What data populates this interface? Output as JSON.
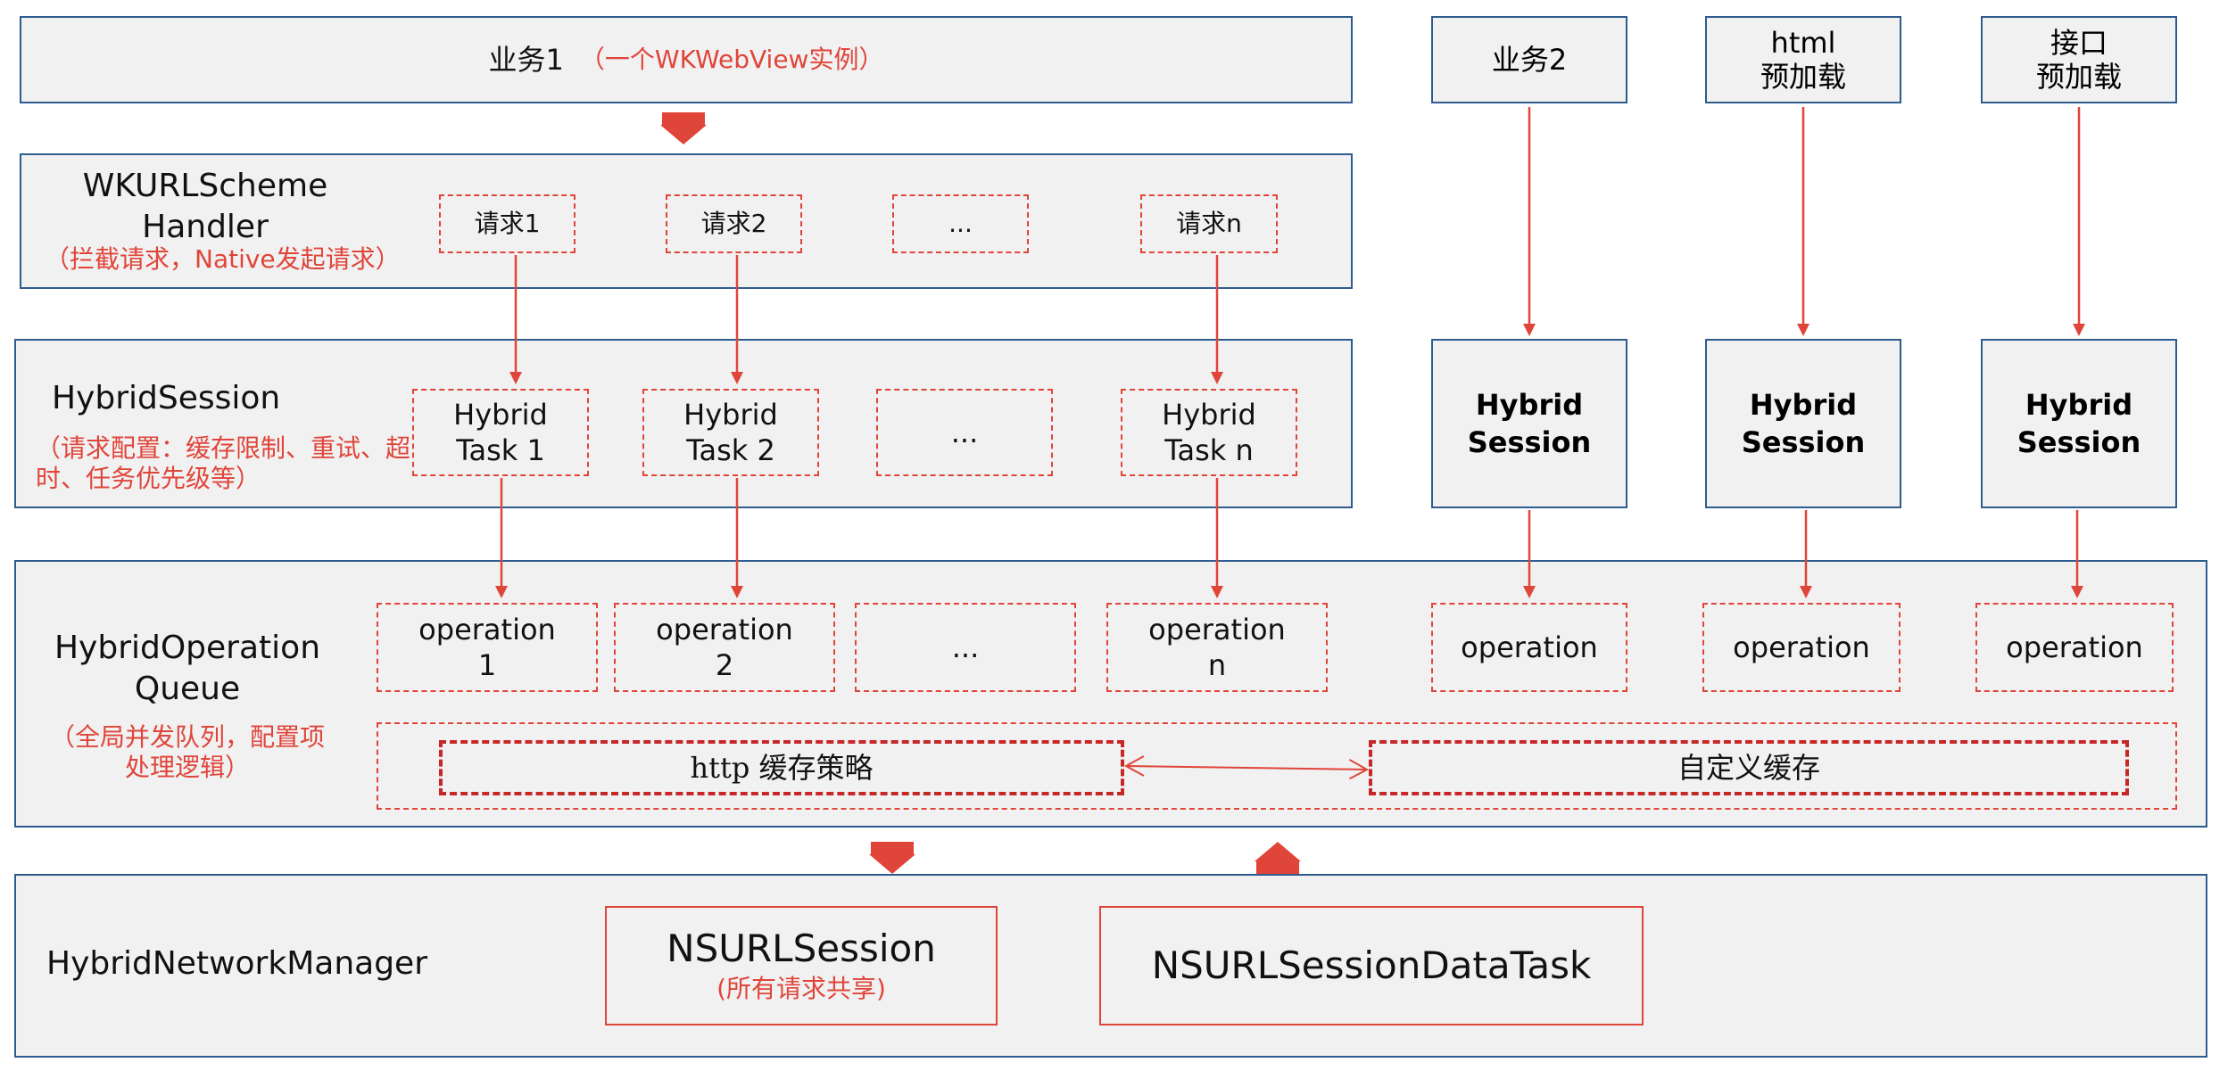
{
  "top": {
    "biz1": "业务1",
    "biz1_note": "（一个WKWebView实例）",
    "biz2": "业务2",
    "html_preload_line1": "html",
    "html_preload_line2": "预加载",
    "api_preload_line1": "接口",
    "api_preload_line2": "预加载"
  },
  "scheme_handler": {
    "title_line1": "WKURLScheme",
    "title_line2": "Handler",
    "note": "（拦截请求，Native发起请求）",
    "requests": [
      "请求1",
      "请求2",
      "...",
      "请求n"
    ]
  },
  "hybrid_session": {
    "title": "HybridSession",
    "note_line1": "（请求配置：缓存限制、重试、超",
    "note_line2": "时、任务优先级等）",
    "tasks": [
      {
        "line1": "Hybrid",
        "line2": "Task 1"
      },
      {
        "line1": "Hybrid",
        "line2": "Task 2"
      },
      {
        "line1": "...",
        "line2": ""
      },
      {
        "line1": "Hybrid",
        "line2": "Task n"
      }
    ],
    "side_sessions": [
      {
        "line1": "Hybrid",
        "line2": "Session"
      },
      {
        "line1": "Hybrid",
        "line2": "Session"
      },
      {
        "line1": "Hybrid",
        "line2": "Session"
      }
    ]
  },
  "operation_queue": {
    "title_line1": "HybridOperation",
    "title_line2": "Queue",
    "note_line1": "（全局并发队列，配置项",
    "note_line2": "处理逻辑）",
    "operations": [
      {
        "line1": "operation",
        "line2": "1"
      },
      {
        "line1": "operation",
        "line2": "2"
      },
      {
        "line1": "...",
        "line2": ""
      },
      {
        "line1": "operation",
        "line2": "n"
      }
    ],
    "side_operations": [
      "operation",
      "operation",
      "operation"
    ],
    "http_cache": "http 缓存策略",
    "custom_cache": "自定义缓存"
  },
  "network_manager": {
    "title": "HybridNetworkManager",
    "session": "NSURLSession",
    "session_note": "(所有请求共享)",
    "data_task": "NSURLSessionDataTask"
  },
  "colors": {
    "border_blue": "#2e5c8f",
    "accent_red": "#e0453a",
    "panel_gray": "#f1f1f1"
  }
}
